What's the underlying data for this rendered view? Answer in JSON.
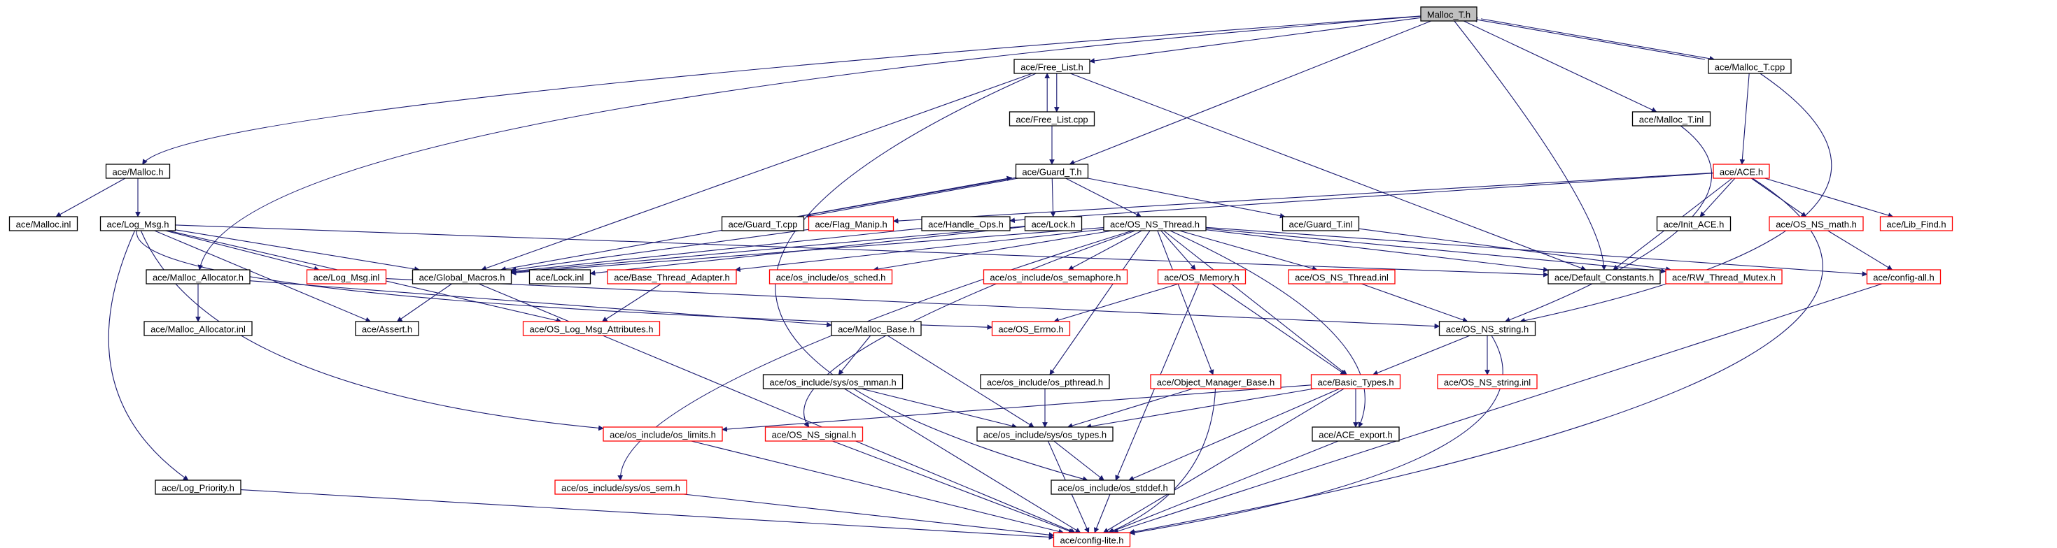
{
  "diagram": {
    "colors": {
      "edge": "#191970",
      "node_border": "#000000",
      "node_border_incomplete": "#ff0000",
      "root_fill": "#bfbfbf",
      "node_fill": "#ffffff"
    },
    "nodes": [
      {
        "id": "malloc_t_h",
        "label": "Malloc_T.h",
        "border": "black",
        "root": true
      },
      {
        "id": "free_list_h",
        "label": "ace/Free_List.h",
        "border": "black"
      },
      {
        "id": "malloc_t_cpp",
        "label": "ace/Malloc_T.cpp",
        "border": "black"
      },
      {
        "id": "free_list_cpp",
        "label": "ace/Free_List.cpp",
        "border": "black"
      },
      {
        "id": "malloc_t_inl",
        "label": "ace/Malloc_T.inl",
        "border": "black"
      },
      {
        "id": "malloc_h",
        "label": "ace/Malloc.h",
        "border": "black"
      },
      {
        "id": "guard_t_h",
        "label": "ace/Guard_T.h",
        "border": "black"
      },
      {
        "id": "ace_h",
        "label": "ace/ACE.h",
        "border": "red"
      },
      {
        "id": "malloc_inl",
        "label": "ace/Malloc.inl",
        "border": "black"
      },
      {
        "id": "log_msg_h",
        "label": "ace/Log_Msg.h",
        "border": "black"
      },
      {
        "id": "guard_t_cpp",
        "label": "ace/Guard_T.cpp",
        "border": "black"
      },
      {
        "id": "flag_manip_h",
        "label": "ace/Flag_Manip.h",
        "border": "red"
      },
      {
        "id": "handle_ops_h",
        "label": "ace/Handle_Ops.h",
        "border": "black"
      },
      {
        "id": "lock_h",
        "label": "ace/Lock.h",
        "border": "black"
      },
      {
        "id": "os_ns_thread_h",
        "label": "ace/OS_NS_Thread.h",
        "border": "black"
      },
      {
        "id": "guard_t_inl",
        "label": "ace/Guard_T.inl",
        "border": "black"
      },
      {
        "id": "init_ace_h",
        "label": "ace/Init_ACE.h",
        "border": "black"
      },
      {
        "id": "os_ns_math_h",
        "label": "ace/OS_NS_math.h",
        "border": "red"
      },
      {
        "id": "lib_find_h",
        "label": "ace/Lib_Find.h",
        "border": "red"
      },
      {
        "id": "malloc_allocator_h",
        "label": "ace/Malloc_Allocator.h",
        "border": "black"
      },
      {
        "id": "log_msg_inl",
        "label": "ace/Log_Msg.inl",
        "border": "red"
      },
      {
        "id": "global_macros_h",
        "label": "ace/Global_Macros.h",
        "border": "black"
      },
      {
        "id": "lock_inl",
        "label": "ace/Lock.inl",
        "border": "black"
      },
      {
        "id": "base_thread_adapter_h",
        "label": "ace/Base_Thread_Adapter.h",
        "border": "red"
      },
      {
        "id": "os_sched_h",
        "label": "ace/os_include/os_sched.h",
        "border": "red"
      },
      {
        "id": "os_semaphore_h",
        "label": "ace/os_include/os_semaphore.h",
        "border": "red"
      },
      {
        "id": "os_memory_h",
        "label": "ace/OS_Memory.h",
        "border": "red"
      },
      {
        "id": "os_ns_thread_inl",
        "label": "ace/OS_NS_Thread.inl",
        "border": "red"
      },
      {
        "id": "default_constants_h",
        "label": "ace/Default_Constants.h",
        "border": "black"
      },
      {
        "id": "rw_thread_mutex_h",
        "label": "ace/RW_Thread_Mutex.h",
        "border": "red"
      },
      {
        "id": "config_all_h",
        "label": "ace/config-all.h",
        "border": "red"
      },
      {
        "id": "malloc_allocator_inl",
        "label": "ace/Malloc_Allocator.inl",
        "border": "black"
      },
      {
        "id": "assert_h",
        "label": "ace/Assert.h",
        "border": "black"
      },
      {
        "id": "os_log_msg_attributes_h",
        "label": "ace/OS_Log_Msg_Attributes.h",
        "border": "red"
      },
      {
        "id": "malloc_base_h",
        "label": "ace/Malloc_Base.h",
        "border": "black"
      },
      {
        "id": "os_errno_h",
        "label": "ace/OS_Errno.h",
        "border": "red"
      },
      {
        "id": "os_ns_string_h",
        "label": "ace/OS_NS_string.h",
        "border": "black"
      },
      {
        "id": "os_mman_h",
        "label": "ace/os_include/sys/os_mman.h",
        "border": "black"
      },
      {
        "id": "os_pthread_h",
        "label": "ace/os_include/os_pthread.h",
        "border": "black"
      },
      {
        "id": "object_manager_base_h",
        "label": "ace/Object_Manager_Base.h",
        "border": "red"
      },
      {
        "id": "basic_types_h",
        "label": "ace/Basic_Types.h",
        "border": "red"
      },
      {
        "id": "os_ns_string_inl",
        "label": "ace/OS_NS_string.inl",
        "border": "red"
      },
      {
        "id": "os_limits_h",
        "label": "ace/os_include/os_limits.h",
        "border": "red"
      },
      {
        "id": "os_ns_signal_h",
        "label": "ace/OS_NS_signal.h",
        "border": "red"
      },
      {
        "id": "os_types_h",
        "label": "ace/os_include/sys/os_types.h",
        "border": "black"
      },
      {
        "id": "ace_export_h",
        "label": "ace/ACE_export.h",
        "border": "black"
      },
      {
        "id": "log_priority_h",
        "label": "ace/Log_Priority.h",
        "border": "black"
      },
      {
        "id": "os_sem_h",
        "label": "ace/os_include/sys/os_sem.h",
        "border": "red"
      },
      {
        "id": "os_stddef_h",
        "label": "ace/os_include/os_stddef.h",
        "border": "black"
      },
      {
        "id": "config_lite_h",
        "label": "ace/config-lite.h",
        "border": "red"
      }
    ],
    "edges": [
      [
        "malloc_t_h",
        "free_list_h"
      ],
      [
        "malloc_t_h",
        "malloc_t_cpp"
      ],
      [
        "malloc_t_h",
        "malloc_t_inl"
      ],
      [
        "malloc_t_h",
        "malloc_h"
      ],
      [
        "malloc_t_h",
        "guard_t_h"
      ],
      [
        "malloc_t_h",
        "malloc_allocator_h"
      ],
      [
        "malloc_t_h",
        "default_constants_h"
      ],
      [
        "malloc_t_cpp",
        "malloc_t_h"
      ],
      [
        "malloc_t_cpp",
        "ace_h"
      ],
      [
        "malloc_t_cpp",
        "os_ns_string_h"
      ],
      [
        "free_list_h",
        "free_list_cpp"
      ],
      [
        "free_list_cpp",
        "free_list_h"
      ],
      [
        "free_list_h",
        "global_macros_h"
      ],
      [
        "free_list_h",
        "default_constants_h"
      ],
      [
        "free_list_h",
        "os_stddef_h"
      ],
      [
        "free_list_cpp",
        "guard_t_h"
      ],
      [
        "malloc_t_inl",
        "os_ns_string_h"
      ],
      [
        "malloc_h",
        "malloc_inl"
      ],
      [
        "malloc_h",
        "log_msg_h"
      ],
      [
        "guard_t_h",
        "guard_t_cpp"
      ],
      [
        "guard_t_cpp",
        "guard_t_h"
      ],
      [
        "guard_t_h",
        "lock_h"
      ],
      [
        "guard_t_h",
        "global_macros_h"
      ],
      [
        "guard_t_h",
        "os_ns_thread_h"
      ],
      [
        "guard_t_h",
        "guard_t_inl"
      ],
      [
        "ace_h",
        "init_ace_h"
      ],
      [
        "ace_h",
        "os_ns_math_h"
      ],
      [
        "ace_h",
        "lib_find_h"
      ],
      [
        "ace_h",
        "flag_manip_h"
      ],
      [
        "ace_h",
        "handle_ops_h"
      ],
      [
        "ace_h",
        "default_constants_h"
      ],
      [
        "ace_h",
        "config_lite_h"
      ],
      [
        "os_ns_math_h",
        "config_all_h"
      ],
      [
        "log_msg_h",
        "log_msg_inl"
      ],
      [
        "log_msg_h",
        "global_macros_h"
      ],
      [
        "log_msg_h",
        "default_constants_h"
      ],
      [
        "log_msg_h",
        "assert_h"
      ],
      [
        "log_msg_h",
        "os_log_msg_attributes_h"
      ],
      [
        "log_msg_h",
        "os_limits_h"
      ],
      [
        "log_msg_h",
        "log_priority_h"
      ],
      [
        "log_msg_h",
        "os_errno_h"
      ],
      [
        "log_msg_inl",
        "os_ns_string_h"
      ],
      [
        "flag_manip_h",
        "global_macros_h"
      ],
      [
        "handle_ops_h",
        "global_macros_h"
      ],
      [
        "lock_h",
        "global_macros_h"
      ],
      [
        "lock_h",
        "lock_inl"
      ],
      [
        "os_ns_thread_h",
        "global_macros_h"
      ],
      [
        "os_ns_thread_h",
        "base_thread_adapter_h"
      ],
      [
        "os_ns_thread_h",
        "os_sched_h"
      ],
      [
        "os_ns_thread_h",
        "os_semaphore_h"
      ],
      [
        "os_ns_thread_h",
        "os_memory_h"
      ],
      [
        "os_ns_thread_h",
        "os_ns_thread_inl"
      ],
      [
        "os_ns_thread_h",
        "default_constants_h"
      ],
      [
        "os_ns_thread_h",
        "rw_thread_mutex_h"
      ],
      [
        "os_ns_thread_h",
        "config_all_h"
      ],
      [
        "os_ns_thread_h",
        "os_pthread_h"
      ],
      [
        "os_ns_thread_h",
        "object_manager_base_h"
      ],
      [
        "os_ns_thread_h",
        "basic_types_h"
      ],
      [
        "os_ns_thread_h",
        "ace_export_h"
      ],
      [
        "os_ns_thread_h",
        "os_ns_signal_h"
      ],
      [
        "os_ns_thread_h",
        "os_sem_h"
      ],
      [
        "guard_t_inl",
        "rw_thread_mutex_h"
      ],
      [
        "malloc_allocator_h",
        "malloc_allocator_inl"
      ],
      [
        "malloc_allocator_h",
        "malloc_base_h"
      ],
      [
        "global_macros_h",
        "assert_h"
      ],
      [
        "global_macros_h",
        "config_lite_h"
      ],
      [
        "base_thread_adapter_h",
        "os_log_msg_attributes_h"
      ],
      [
        "os_memory_h",
        "os_errno_h"
      ],
      [
        "os_memory_h",
        "basic_types_h"
      ],
      [
        "os_memory_h",
        "os_stddef_h"
      ],
      [
        "os_ns_thread_inl",
        "os_ns_string_h"
      ],
      [
        "config_all_h",
        "config_lite_h"
      ],
      [
        "malloc_base_h",
        "os_mman_h"
      ],
      [
        "malloc_base_h",
        "os_types_h"
      ],
      [
        "os_ns_string_h",
        "os_ns_string_inl"
      ],
      [
        "os_ns_string_h",
        "basic_types_h"
      ],
      [
        "os_ns_string_h",
        "config_lite_h"
      ],
      [
        "os_mman_h",
        "os_types_h"
      ],
      [
        "os_mman_h",
        "config_lite_h"
      ],
      [
        "os_pthread_h",
        "os_types_h"
      ],
      [
        "object_manager_base_h",
        "os_types_h"
      ],
      [
        "object_manager_base_h",
        "config_lite_h"
      ],
      [
        "basic_types_h",
        "os_limits_h"
      ],
      [
        "basic_types_h",
        "os_types_h"
      ],
      [
        "basic_types_h",
        "ace_export_h"
      ],
      [
        "basic_types_h",
        "os_stddef_h"
      ],
      [
        "basic_types_h",
        "config_lite_h"
      ],
      [
        "os_limits_h",
        "config_lite_h"
      ],
      [
        "os_ns_signal_h",
        "config_lite_h"
      ],
      [
        "os_types_h",
        "os_stddef_h"
      ],
      [
        "os_types_h",
        "config_lite_h"
      ],
      [
        "ace_export_h",
        "config_lite_h"
      ],
      [
        "log_priority_h",
        "config_lite_h"
      ],
      [
        "os_sem_h",
        "config_lite_h"
      ],
      [
        "os_stddef_h",
        "config_lite_h"
      ]
    ]
  }
}
